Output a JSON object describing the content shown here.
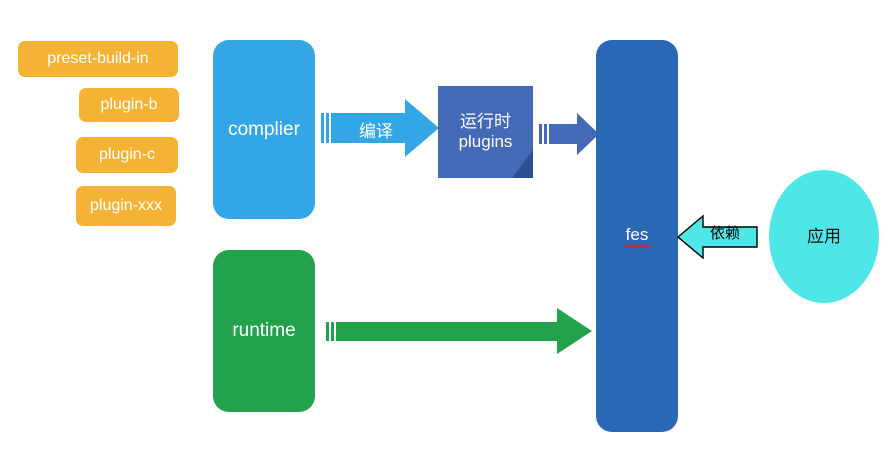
{
  "diagram": {
    "title": "fes architecture flow",
    "background": "#ffffff",
    "colors": {
      "chip_yellow": "#F5B335",
      "complier_blue": "#33A7E6",
      "runtime_green": "#22A24C",
      "plugins_blue": "#4369B7",
      "plugins_fold": "#2E4E94",
      "fes_blue": "#2A68B5",
      "app_cyan": "#4FE6E8",
      "arrow_outline_black": "#000000"
    }
  },
  "chips": [
    {
      "id": "preset-build-in",
      "label": "preset-build-in"
    },
    {
      "id": "plugin-b",
      "label": "plugin-b"
    },
    {
      "id": "plugin-c",
      "label": "plugin-c"
    },
    {
      "id": "plugin-xxx",
      "label": "plugin-xxx"
    }
  ],
  "nodes": {
    "complier": {
      "label": "complier"
    },
    "runtime": {
      "label": "runtime"
    },
    "plugins": {
      "line1": "运行时",
      "line2": "plugins"
    },
    "fes": {
      "label": "fes",
      "spellcheck_underline": true
    },
    "app": {
      "label": "应用"
    }
  },
  "arrows": [
    {
      "id": "compile-arrow",
      "label": "编译",
      "from": "complier",
      "to": "plugins",
      "direction": "right",
      "color": "#33A7E6"
    },
    {
      "id": "plugins-to-fes-arrow",
      "label": "",
      "from": "plugins",
      "to": "fes",
      "direction": "right",
      "color": "#4369B7"
    },
    {
      "id": "runtime-to-fes-arrow",
      "label": "",
      "from": "runtime",
      "to": "fes",
      "direction": "right",
      "color": "#22A24C"
    },
    {
      "id": "depends-arrow",
      "label": "依赖",
      "from": "app",
      "to": "fes",
      "direction": "left",
      "color": "#4FE6E8"
    }
  ]
}
